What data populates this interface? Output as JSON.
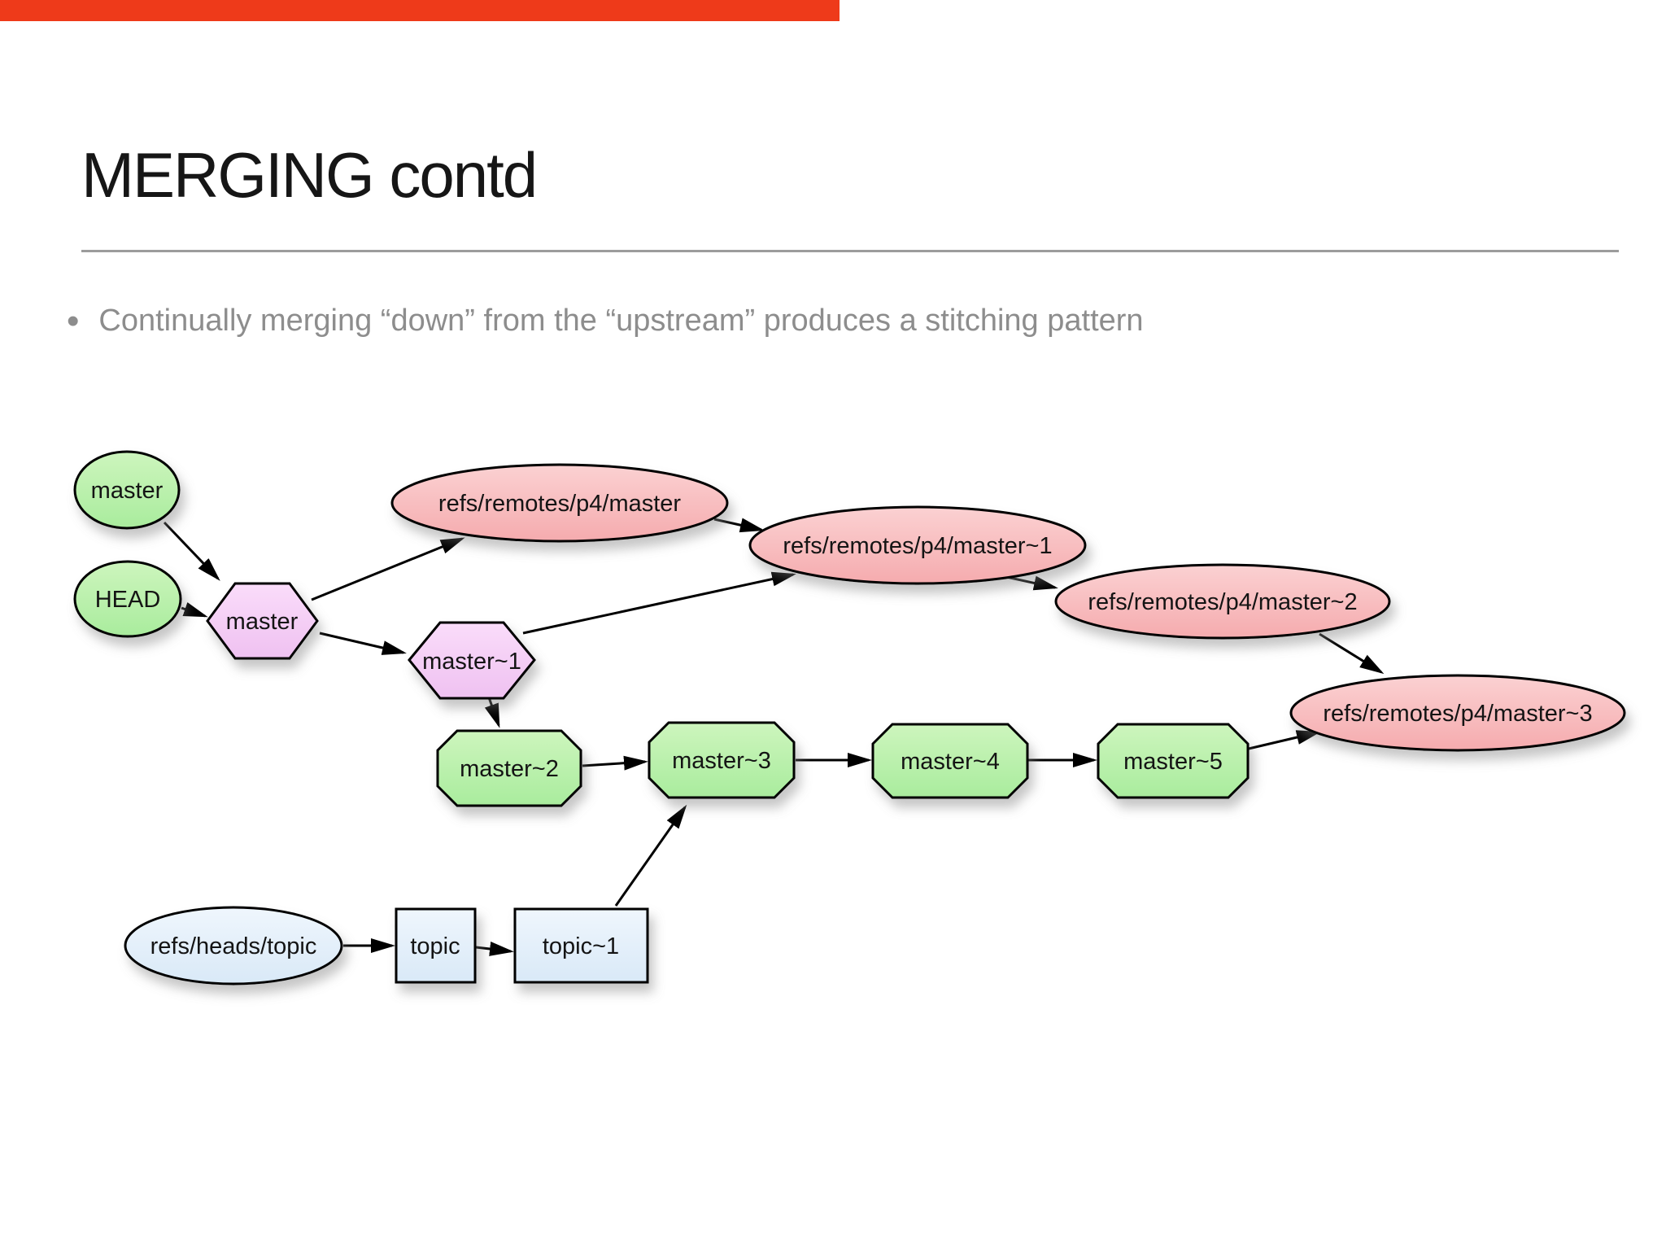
{
  "player": {
    "progress_bar_color": "#ee3a1a"
  },
  "slide": {
    "title": "MERGING contd",
    "bullet_glyph": "•",
    "bullet": "Continually merging “down” from the “upstream” produces a stitching pattern"
  },
  "colors": {
    "node_green": "#bcf1ac",
    "node_pink": "#f8bec0",
    "node_violet": "#f5ccf6",
    "node_blue": "#e4f0fb",
    "node_border": "#000000",
    "divider_gray": "#9c9c9c",
    "bullet_text_gray": "#8d8d8d"
  },
  "diagram": {
    "nodes": [
      {
        "id": "master-ref",
        "label": "master",
        "shape": "ellipse",
        "color": "green"
      },
      {
        "id": "head-ref",
        "label": "HEAD",
        "shape": "ellipse",
        "color": "green"
      },
      {
        "id": "master",
        "label": "master",
        "shape": "hexagon",
        "color": "violet"
      },
      {
        "id": "p4-master",
        "label": "refs/remotes/p4/master",
        "shape": "ellipse",
        "color": "pink"
      },
      {
        "id": "p4-master-1",
        "label": "refs/remotes/p4/master~1",
        "shape": "ellipse",
        "color": "pink"
      },
      {
        "id": "p4-master-2",
        "label": "refs/remotes/p4/master~2",
        "shape": "ellipse",
        "color": "pink"
      },
      {
        "id": "p4-master-3",
        "label": "refs/remotes/p4/master~3",
        "shape": "ellipse",
        "color": "pink"
      },
      {
        "id": "master-1",
        "label": "master~1",
        "shape": "hexagon",
        "color": "violet"
      },
      {
        "id": "master-2",
        "label": "master~2",
        "shape": "octagon",
        "color": "green"
      },
      {
        "id": "master-3",
        "label": "master~3",
        "shape": "octagon",
        "color": "green"
      },
      {
        "id": "master-4",
        "label": "master~4",
        "shape": "octagon",
        "color": "green"
      },
      {
        "id": "master-5",
        "label": "master~5",
        "shape": "octagon",
        "color": "green"
      },
      {
        "id": "topic-ref",
        "label": "refs/heads/topic",
        "shape": "ellipse",
        "color": "blue"
      },
      {
        "id": "topic",
        "label": "topic",
        "shape": "square",
        "color": "blue"
      },
      {
        "id": "topic-1",
        "label": "topic~1",
        "shape": "rect",
        "color": "blue"
      }
    ],
    "edges": [
      {
        "from": "master-ref",
        "to": "master"
      },
      {
        "from": "head-ref",
        "to": "master"
      },
      {
        "from": "master",
        "to": "p4-master"
      },
      {
        "from": "master",
        "to": "master-1"
      },
      {
        "from": "master-1",
        "to": "p4-master-1"
      },
      {
        "from": "p4-master",
        "to": "p4-master-1"
      },
      {
        "from": "p4-master-1",
        "to": "p4-master-2"
      },
      {
        "from": "p4-master-2",
        "to": "p4-master-3"
      },
      {
        "from": "master-1",
        "to": "master-2"
      },
      {
        "from": "master-2",
        "to": "master-3"
      },
      {
        "from": "master-3",
        "to": "master-4"
      },
      {
        "from": "master-4",
        "to": "master-5"
      },
      {
        "from": "master-5",
        "to": "p4-master-3"
      },
      {
        "from": "topic-ref",
        "to": "topic"
      },
      {
        "from": "topic",
        "to": "topic-1"
      },
      {
        "from": "topic-1",
        "to": "master-3"
      }
    ]
  }
}
